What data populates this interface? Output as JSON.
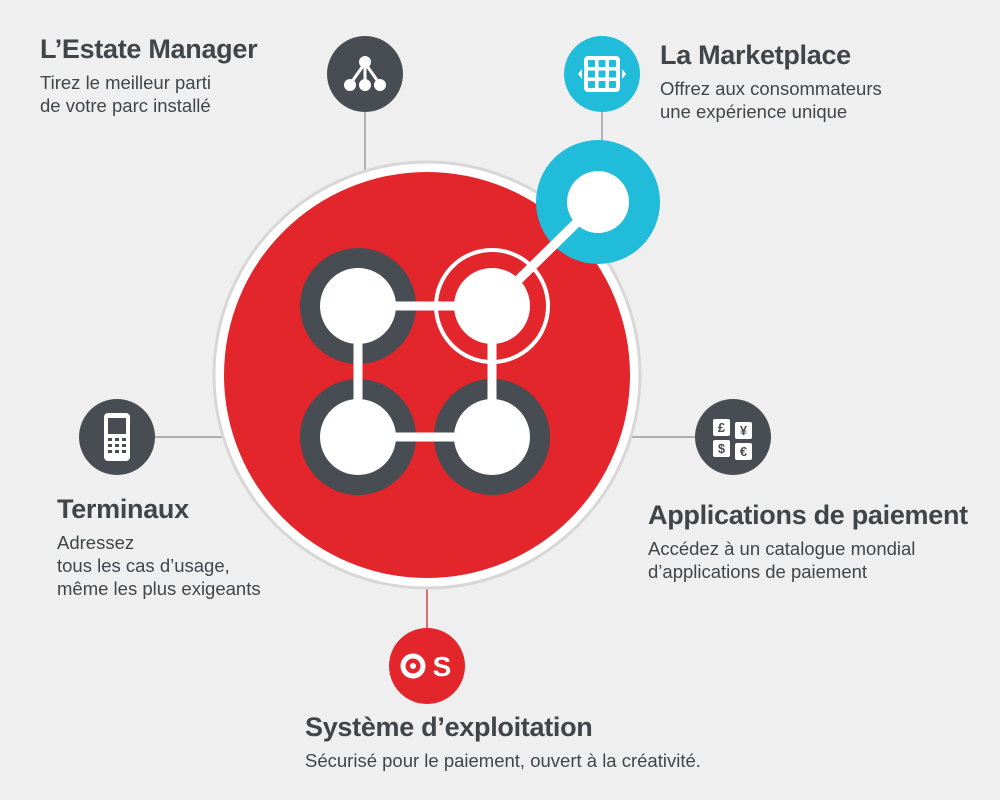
{
  "colors": {
    "background": "#efefef",
    "red": "#e3262c",
    "dark": "#474d52",
    "cyan": "#20bcd9",
    "white": "#ffffff",
    "line": "#9a9a9a"
  },
  "estate_manager": {
    "icon": "network-hierarchy-icon",
    "title": "L’Estate Manager",
    "lines": [
      "Tirez le meilleur parti",
      "de votre parc installé"
    ]
  },
  "marketplace": {
    "icon": "app-grid-icon",
    "title": "La Marketplace",
    "lines": [
      "Offrez aux consommateurs",
      "une expérience unique"
    ]
  },
  "terminaux": {
    "icon": "payment-terminal-icon",
    "title": "Terminaux",
    "lines": [
      "Adressez",
      "tous les cas d’usage,",
      "même les plus exigeants"
    ]
  },
  "payment_apps": {
    "icon": "currency-icon",
    "title": "Applications de paiement",
    "lines": [
      "Accédez à un catalogue mondial",
      "d’applications de paiement"
    ]
  },
  "os": {
    "icon": "os-logo-icon",
    "icon_text": "OS",
    "title": "Système d’exploitation",
    "lines": [
      "Sécurisé pour le paiement, ouvert à la créativité."
    ]
  },
  "currency_symbols": [
    "£",
    "¥",
    "$",
    "€"
  ]
}
